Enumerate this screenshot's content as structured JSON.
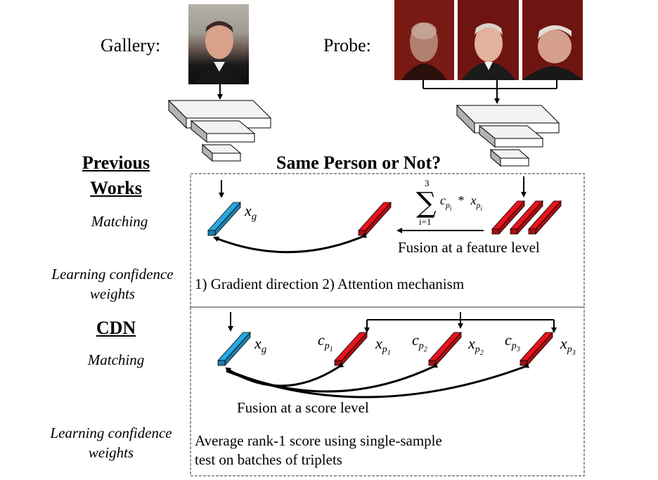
{
  "top": {
    "gallery_label": "Gallery:",
    "probe_label": "Probe:",
    "question": "Same Person or Not?"
  },
  "previous": {
    "heading_line1": "Previous",
    "heading_line2": "Works",
    "matching_label": "Matching",
    "confidence_label_line1": "Learning confidence",
    "confidence_label_line2": "weights",
    "xg_base": "x",
    "xg_sub": "g",
    "sum_upper": "3",
    "sum_lower": "i=1",
    "fusion_text": "Fusion at a feature level",
    "methods_text": "1) Gradient direction  2) Attention mechanism"
  },
  "cdn": {
    "heading": "CDN",
    "matching_label": "Matching",
    "confidence_label_line1": "Learning confidence",
    "confidence_label_line2": "weights",
    "xg_base": "x",
    "xg_sub": "g",
    "c_base": "c",
    "x_base": "x",
    "p_sub": "p",
    "indices": [
      "1",
      "2",
      "3"
    ],
    "fusion_text": "Fusion at a score level",
    "method_line1": "Average rank-1 score using single-sample",
    "method_line2": "test on batches of triplets"
  },
  "colors": {
    "blue_feature": "#29a8e0",
    "red_feature": "#e8141c",
    "photo_bg": "#7a1a14"
  }
}
